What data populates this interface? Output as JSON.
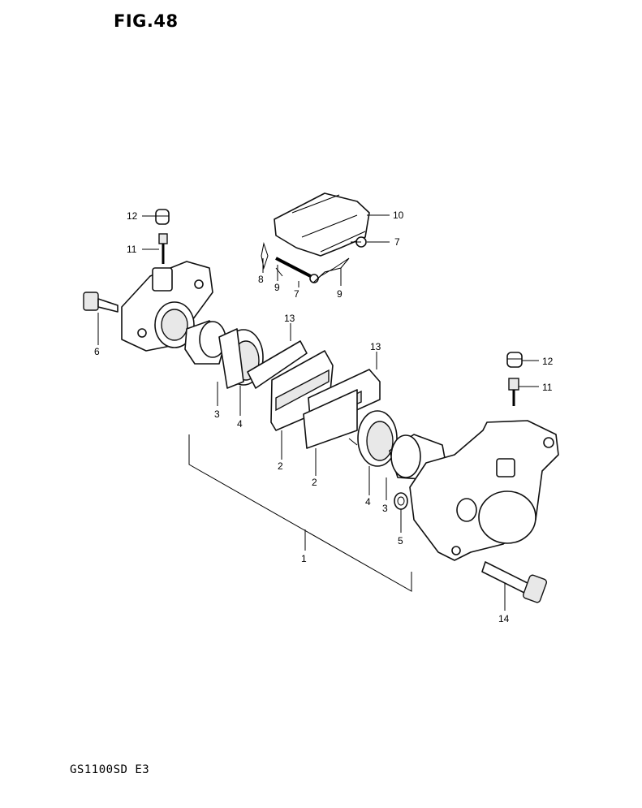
{
  "figure": {
    "title": "FIG.48",
    "model": "GS1100SD E3"
  },
  "labels": {
    "p1": "1",
    "p2a": "2",
    "p2b": "2",
    "p3a": "3",
    "p3b": "3",
    "p4a": "4",
    "p4b": "4",
    "p5": "5",
    "p6": "6",
    "p7a": "7",
    "p7b": "7",
    "p8": "8",
    "p9a": "9",
    "p9b": "9",
    "p10": "10",
    "p11a": "11",
    "p11b": "11",
    "p12a": "12",
    "p12b": "12",
    "p13a": "13",
    "p13b": "13",
    "p14": "14"
  }
}
